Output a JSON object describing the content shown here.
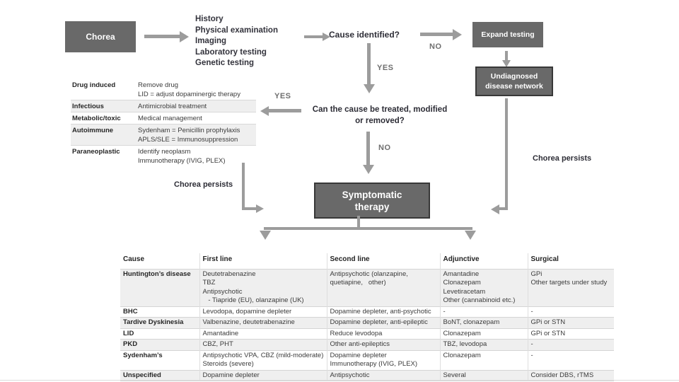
{
  "flow": {
    "chorea_label": "Chorea",
    "workup_list": "History\nPhysical examination\nImaging\nLaboratory testing\nGenetic testing",
    "cause_identified": "Cause identified?",
    "no_expand": "NO",
    "yes_cause": "YES",
    "expand_testing": "Expand testing",
    "undiagnosed_network": "Undiagnosed\ndisease network",
    "treat_question": "Can the cause be treated, modified\nor removed?",
    "yes_treat": "YES",
    "no_treat": "NO",
    "symptomatic_therapy": "Symptomatic\ntherapy",
    "chorea_persists_left": "Chorea persists",
    "chorea_persists_right": "Chorea persists"
  },
  "etiologic_table": {
    "rows": [
      {
        "label": "Drug induced",
        "treatment": "Remove drug\nLID = adjust dopaminergic therapy"
      },
      {
        "label": "Infectious",
        "treatment": "Antimicrobial treatment"
      },
      {
        "label": "Metabolic/toxic",
        "treatment": "Medical management"
      },
      {
        "label": "Autoimmune",
        "treatment": "Sydenham = Penicillin prophylaxis\nAPLS/SLE = Immunosuppression"
      },
      {
        "label": "Paraneoplastic",
        "treatment": "Identify neoplasm\nImmunotherapy (IVIG, PLEX)"
      }
    ]
  },
  "treatment_table": {
    "headers": [
      "Cause",
      "First line",
      "Second line",
      "Adjunctive",
      "Surgical"
    ],
    "rows": [
      {
        "cause": "Huntington’s disease",
        "first_line": "Deutetrabenazine\nTBZ\nAntipsychotic\n   - Tiapride (EU), olanzapine (UK)",
        "second_line": "Antipsychotic (olanzapine,\nquetiapine,   other)",
        "adjunctive": "Amantadine\nClonazepam\nLevetiracetam\nOther (cannabinoid etc.)",
        "surgical": "GPi\nOther targets under study"
      },
      {
        "cause": "BHC",
        "first_line": "Levodopa, dopamine depleter",
        "second_line": "Dopamine depleter, anti-psychotic",
        "adjunctive": "-",
        "surgical": "-"
      },
      {
        "cause": "Tardive Dyskinesia",
        "first_line": "Valbenazine, deutetrabenazine",
        "second_line": "Dopamine depleter, anti-epileptic",
        "adjunctive": "BoNT, clonazepam",
        "surgical": "GPi or STN"
      },
      {
        "cause": "LID",
        "first_line": "Amantadine",
        "second_line": "Reduce levodopa",
        "adjunctive": "Clonazepam",
        "surgical": "GPi or STN"
      },
      {
        "cause": "PKD",
        "first_line": "CBZ, PHT",
        "second_line": "Other anti-epileptics",
        "adjunctive": "TBZ, levodopa",
        "surgical": "-"
      },
      {
        "cause": "Sydenham’s",
        "first_line": "Antipsychotic VPA, CBZ (mild-moderate)\nSteroids (severe)",
        "second_line": "Dopamine depleter\nImmunotherapy (IVIG, PLEX)",
        "adjunctive": "Clonazepam",
        "surgical": "-"
      },
      {
        "cause": "Unspecified",
        "first_line": "Dopamine depleter",
        "second_line": "Antipsychotic",
        "adjunctive": "Several",
        "surgical": "Consider DBS, rTMS"
      }
    ]
  },
  "colors": {
    "box_fill": "#696969",
    "box_border": "#383838",
    "arrow": "#9c9c9c",
    "row_stripe": "#efefef"
  }
}
